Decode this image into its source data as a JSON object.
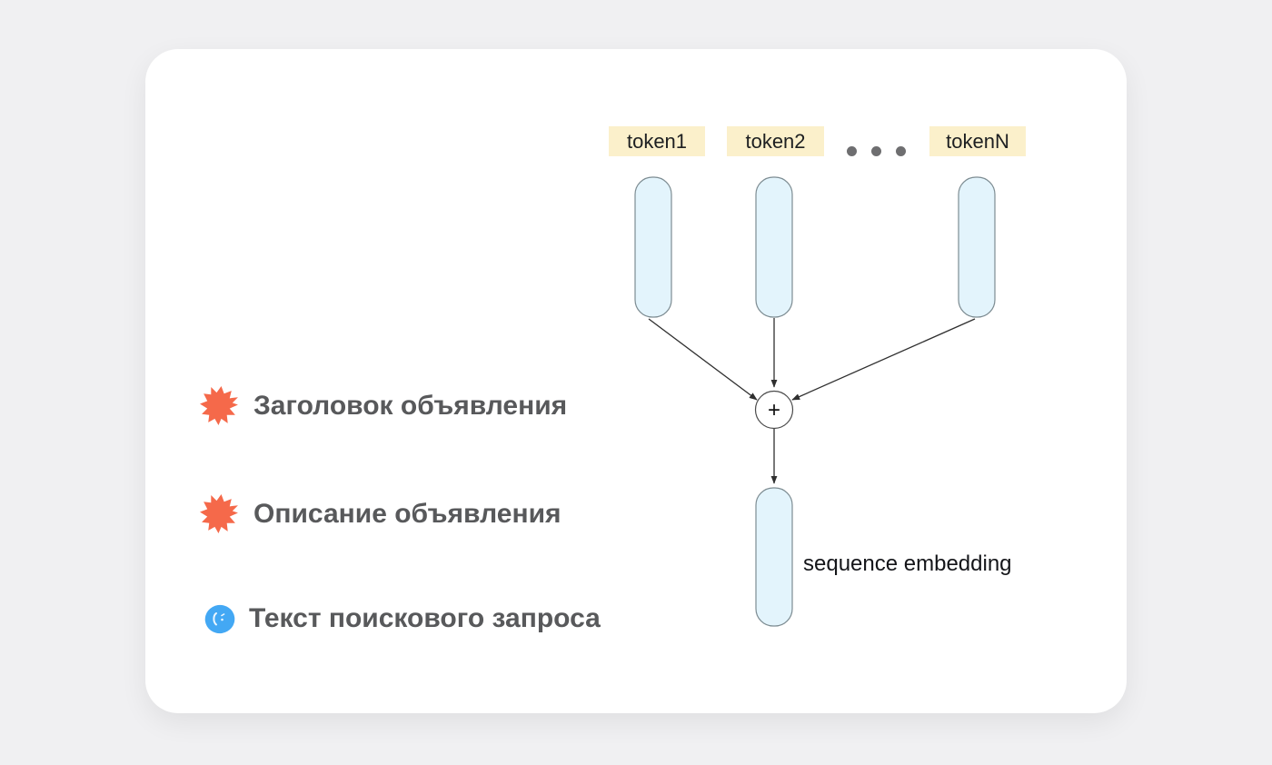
{
  "canvas": {
    "background_color": "#f0f0f2",
    "card_color": "#ffffff"
  },
  "diagram": {
    "tokens": [
      {
        "label": "token1"
      },
      {
        "label": "token2"
      },
      {
        "label": "tokenN"
      }
    ],
    "ellipsis_icon": "ellipsis-dots",
    "plus_label": "+",
    "sequence_label": "sequence embedding",
    "colors": {
      "token_bg": "#fbf0cb",
      "pill_fill": "#e3f4fc",
      "pill_stroke": "#7d8c92",
      "arrow": "#2f2f2f"
    }
  },
  "legend": {
    "text_color": "#58595b",
    "items": [
      {
        "label": "Заголовок объявления",
        "icon": "starburst-icon",
        "color": "#f5694a"
      },
      {
        "label": "Описание объявления",
        "icon": "starburst-icon",
        "color": "#f5694a"
      },
      {
        "label": "Текст поискового запроса",
        "icon": "scribble-circle-icon",
        "color": "#43a8f4"
      }
    ]
  }
}
